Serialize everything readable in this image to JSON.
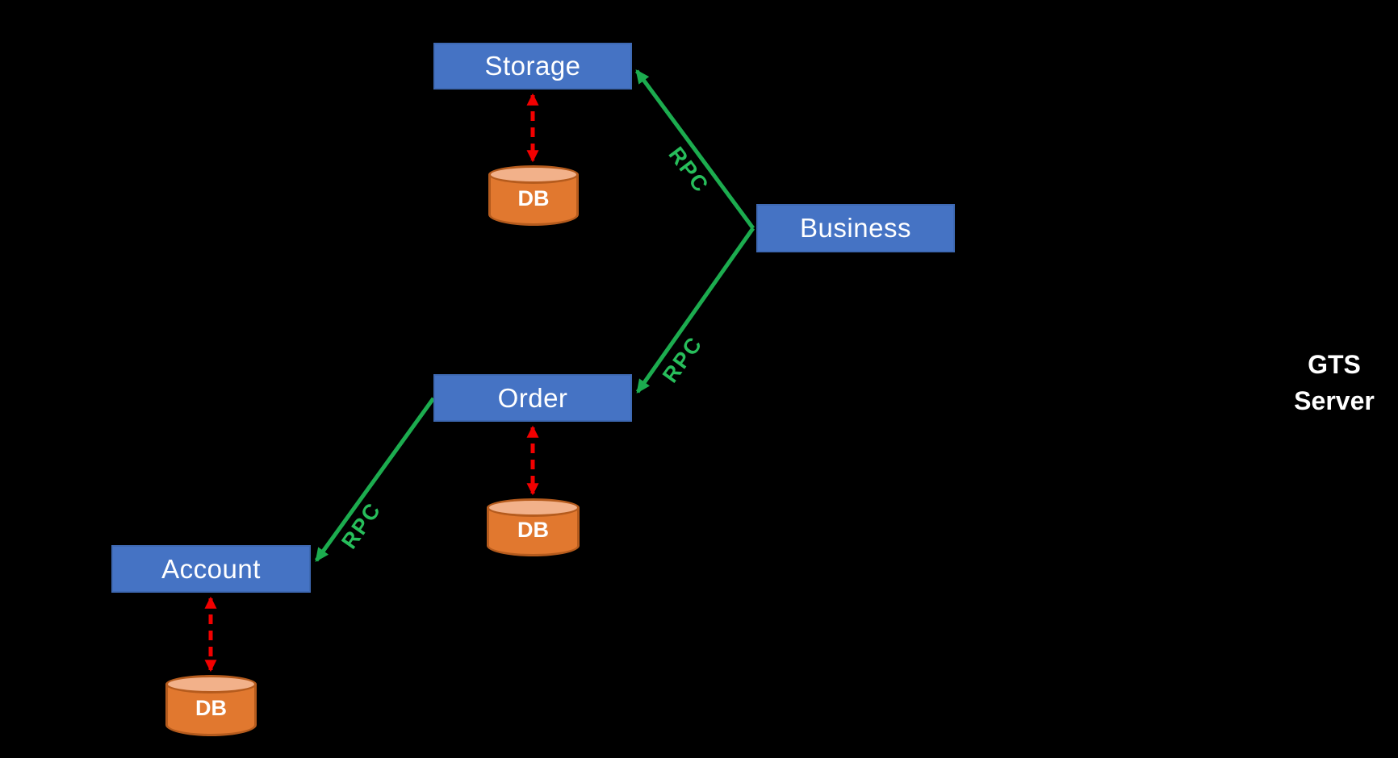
{
  "diagram": {
    "nodes": {
      "storage": {
        "label": "Storage"
      },
      "business": {
        "label": "Business"
      },
      "order": {
        "label": "Order"
      },
      "account": {
        "label": "Account"
      }
    },
    "databases": {
      "storage_db": {
        "label": "DB"
      },
      "order_db": {
        "label": "DB"
      },
      "account_db": {
        "label": "DB"
      }
    },
    "edges": {
      "business_storage": {
        "label": "RPC",
        "type": "rpc-call"
      },
      "business_order": {
        "label": "RPC",
        "type": "rpc-call"
      },
      "order_account": {
        "label": "RPC",
        "type": "rpc-call"
      },
      "storage_db_link": {
        "type": "db-sync"
      },
      "order_db_link": {
        "type": "db-sync"
      },
      "account_db_link": {
        "type": "db-sync"
      }
    },
    "side_label": {
      "line1": "GTS",
      "line2": "Server"
    },
    "colors": {
      "background": "#000000",
      "node_fill": "#4573C4",
      "node_border": "#3E69B3",
      "node_text": "#FFFFFF",
      "db_body": "#E1782F",
      "db_top": "#F2B18A",
      "db_border": "#B55B1D",
      "db_text": "#FFFFFF",
      "rpc_line": "#1CAC4F",
      "rpc_text": "#27BE5B",
      "db_link_red": "#F20000",
      "side_text": "#FFFFFF"
    }
  }
}
